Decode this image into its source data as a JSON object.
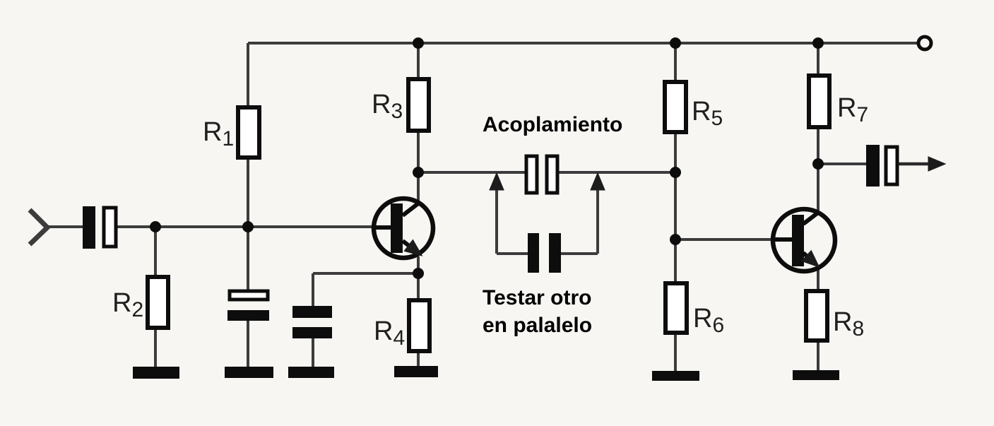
{
  "colors": {
    "paper": "#f7f6f3",
    "ink": "#0d0d0d",
    "wire": "#3c3c3c",
    "note_text": "#000000",
    "label_text": "#1f1f1f"
  },
  "notes": {
    "coupling": "Acoplamiento",
    "test_line1": "Testar otro",
    "test_line2": "en palalelo"
  },
  "resistors": [
    {
      "label": "R1",
      "prefix": "R",
      "sub": "1"
    },
    {
      "label": "R2",
      "prefix": "R",
      "sub": "2"
    },
    {
      "label": "R3",
      "prefix": "R",
      "sub": "3"
    },
    {
      "label": "R4",
      "prefix": "R",
      "sub": "4"
    },
    {
      "label": "R5",
      "prefix": "R",
      "sub": "5"
    },
    {
      "label": "R6",
      "prefix": "R",
      "sub": "6"
    },
    {
      "label": "R7",
      "prefix": "R",
      "sub": "7"
    },
    {
      "label": "R8",
      "prefix": "R",
      "sub": "8"
    }
  ],
  "components": [
    "signal-input-arrow",
    "input-coupling-capacitor",
    "resistor-R1",
    "resistor-R2",
    "bypass-capacitor-1",
    "bypass-capacitor-2",
    "npn-transistor-1",
    "resistor-R3",
    "resistor-R4",
    "stage-coupling-capacitor",
    "parallel-test-capacitor",
    "resistor-R5",
    "resistor-R6",
    "npn-transistor-2",
    "resistor-R7",
    "resistor-R8",
    "output-coupling-capacitor",
    "supply-terminal",
    "ground-symbol"
  ]
}
